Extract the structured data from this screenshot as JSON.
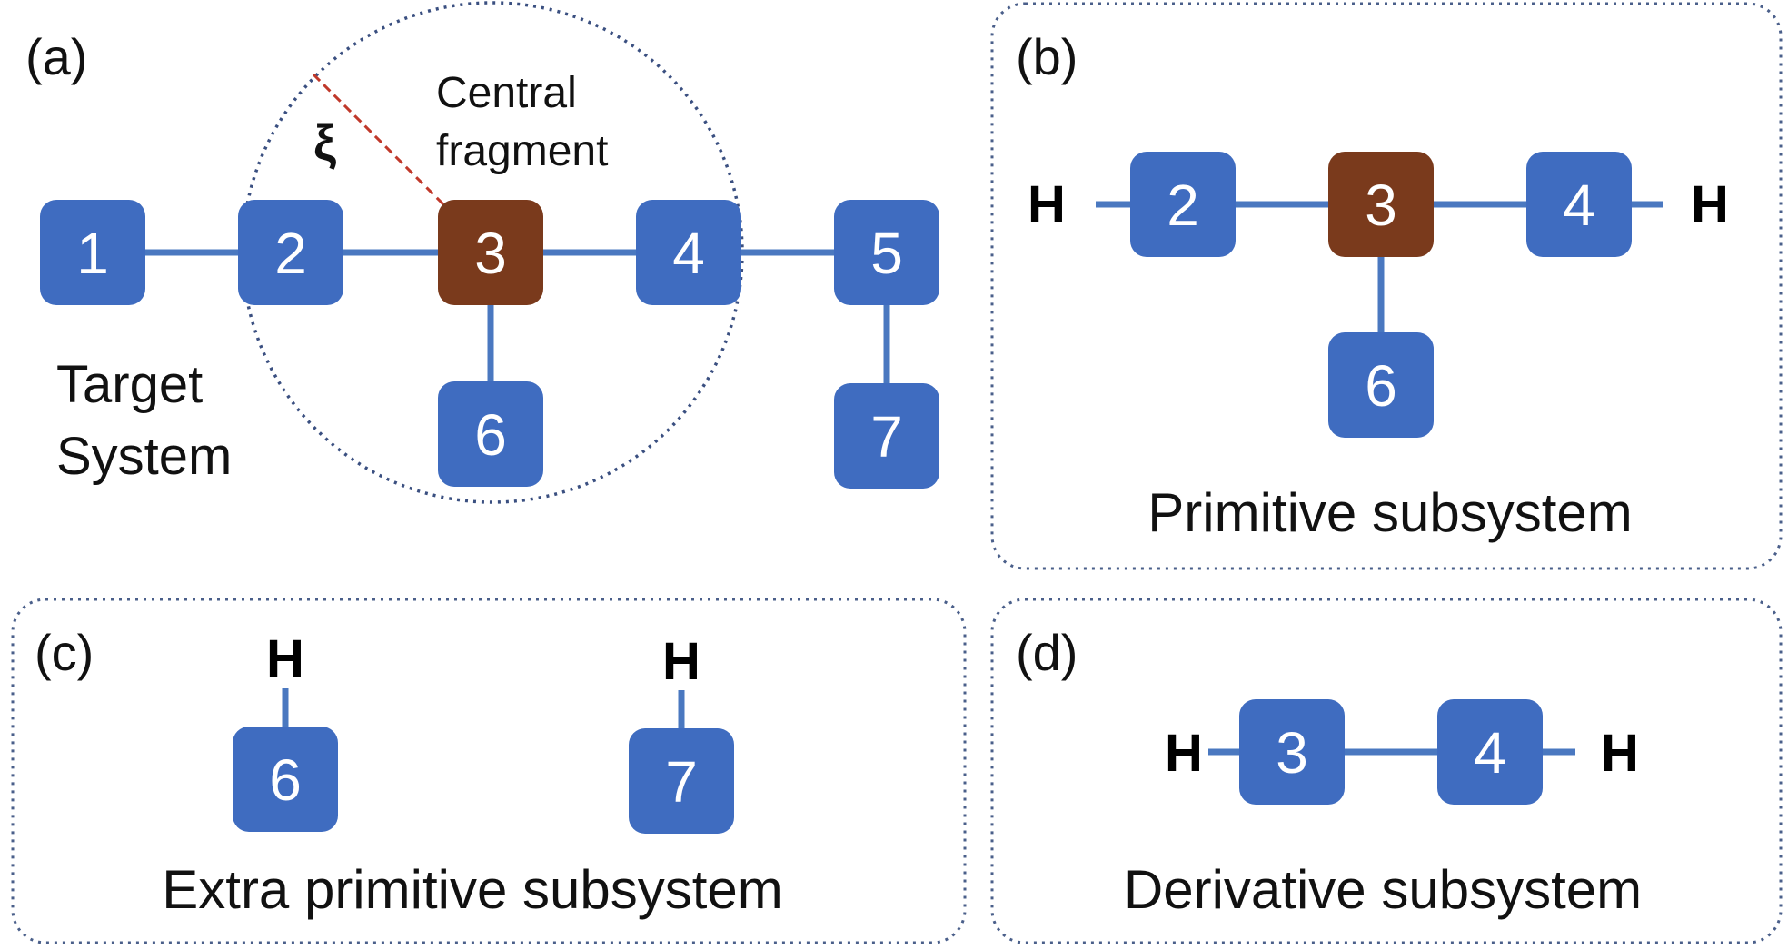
{
  "colors": {
    "node_blue": "#3f6cc0",
    "node_brown": "#7a3a1c",
    "bond_blue": "#4a78c0",
    "circle_dot": "#3a4f80",
    "radius_red": "#c0392b",
    "panel_border": "#4a5f8a"
  },
  "panel_a": {
    "tag": "(a)",
    "central_fragment_line1": "Central",
    "central_fragment_line2": "fragment",
    "xi_symbol": "ξ",
    "target_line1": "Target",
    "target_line2": "System",
    "nodes": [
      "1",
      "2",
      "3",
      "4",
      "5",
      "6",
      "7"
    ]
  },
  "panel_b": {
    "tag": "(b)",
    "caption": "Primitive subsystem",
    "h_left": "H",
    "h_right": "H",
    "nodes": [
      "2",
      "3",
      "4",
      "6"
    ]
  },
  "panel_c": {
    "tag": "(c)",
    "caption": "Extra primitive subsystem",
    "h_left": "H",
    "h_right": "H",
    "nodes": [
      "6",
      "7"
    ]
  },
  "panel_d": {
    "tag": "(d)",
    "caption": "Derivative subsystem",
    "h_left": "H",
    "h_right": "H",
    "nodes": [
      "3",
      "4"
    ]
  }
}
